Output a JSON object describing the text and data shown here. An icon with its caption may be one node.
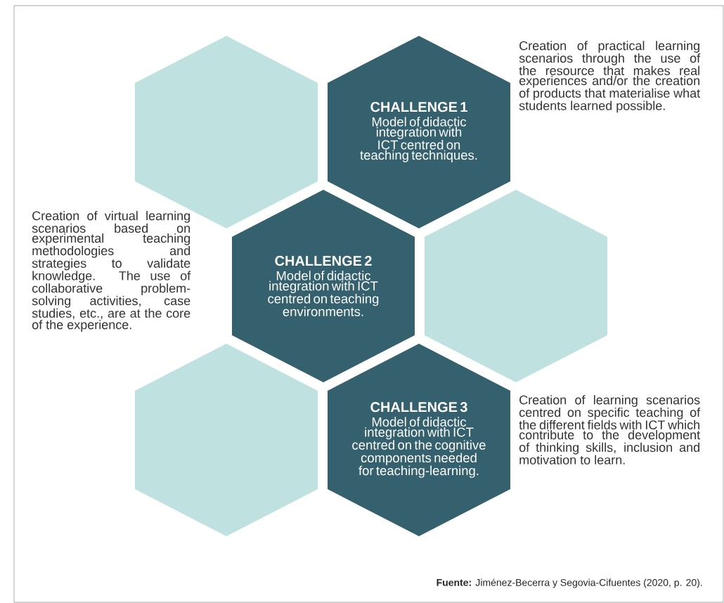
{
  "diagram": {
    "nodes": [
      {
        "text": [],
        "shape": "hexagon"
      },
      {
        "text": [
          "CHALLENGE 1",
          "Model of didactic integration with ICT centred on teaching techniques."
        ]
      },
      {
        "text": [
          "CHALLENGE 2",
          "Model of didactic integration with ICT centred on teaching environments."
        ]
      },
      {
        "text": [],
        "shape": "hexagon"
      },
      {
        "text": [],
        "shape": "hexagon"
      },
      {
        "text": [
          "CHALLENGE 3",
          "Model of didactic integration with ICT centred on the cognitive components needed for teaching-learning."
        ]
      }
    ],
    "edges": [],
    "labels": [
      "Creation of practical learning scenarios through the use of the resource that makes real experiences and/or the creation of products that materialise what students learned possible.",
      "Creation of virtual learning scenarios based on experimental teaching methodologies and strategies to validate knowledge. The use of collaborative problem-solving activities, case studies, etc., are at the core of the experience.",
      "Creation of learning scenarios centred on specific teaching of the different fields with ICT which contribute to the development of thinking skills, inclusion and motivation to learn."
    ],
    "caption": "**Fuente:** Jiménez-Becerra y Segovia-Cifuentes (2020, p. 20)."
  }
}
